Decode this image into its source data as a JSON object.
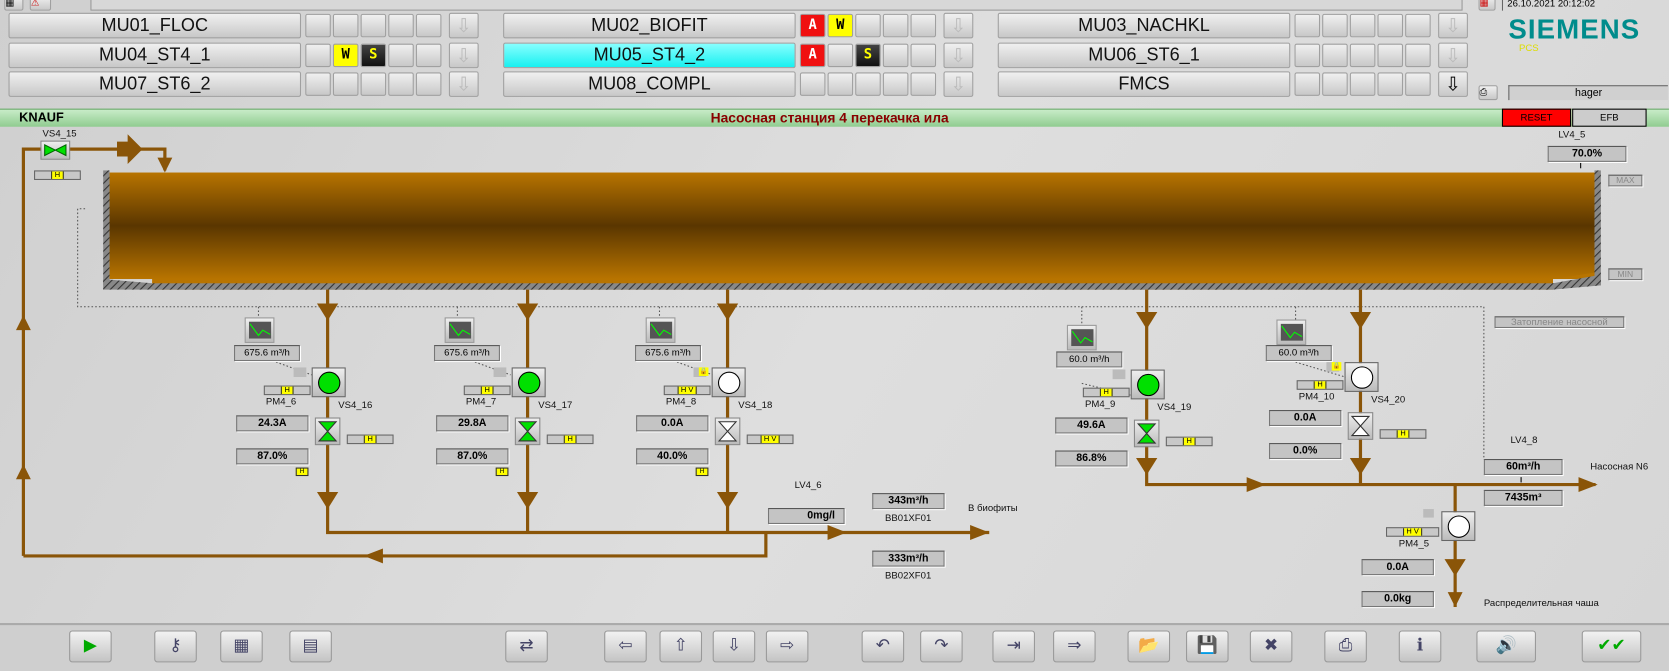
{
  "top": {
    "date_time": "26.10.2021 20:12:02",
    "brand": "SIEMENS",
    "brand_sub": "PCS",
    "user": "hager"
  },
  "units": [
    {
      "label": "MU01_FLOC",
      "ind": [
        "",
        "",
        "",
        "",
        ""
      ],
      "active": false
    },
    {
      "label": "MU02_BIOFIT",
      "ind": [
        "A",
        "W",
        "",
        "",
        ""
      ],
      "active": false
    },
    {
      "label": "MU03_NACHKL",
      "ind": [
        "",
        "",
        "",
        "",
        ""
      ],
      "active": false
    },
    {
      "label": "MU04_ST4_1",
      "ind": [
        "",
        "W",
        "S",
        "",
        ""
      ],
      "active": false
    },
    {
      "label": "MU05_ST4_2",
      "ind": [
        "A",
        "",
        "S",
        "",
        ""
      ],
      "active": true
    },
    {
      "label": "MU06_ST6_1",
      "ind": [
        "",
        "",
        "",
        "",
        ""
      ],
      "active": false
    },
    {
      "label": "MU07_ST6_2",
      "ind": [
        "",
        "",
        "",
        "",
        ""
      ],
      "active": false
    },
    {
      "label": "MU08_COMPL",
      "ind": [
        "",
        "",
        "",
        "",
        ""
      ],
      "active": false
    },
    {
      "label": "FMCS",
      "ind": [
        "",
        "",
        "",
        "",
        ""
      ],
      "active": false
    }
  ],
  "titlebar": {
    "plant": "KNAUF",
    "title": "Насосная станция 4 перекачка ила",
    "reset": "RESET",
    "efb": "EFB"
  },
  "tank": {
    "level_tag": "LV4_5",
    "level": "70.0%",
    "level_pct": 70,
    "max": "MAX",
    "min": "MIN",
    "flood": "Затопление насосной"
  },
  "inlet_valve": {
    "tag": "VS4_15",
    "bar": "H"
  },
  "pumps": [
    {
      "pm": "PM4_6",
      "vs": "VS4_16",
      "flow": "675.6 m³/h",
      "current": "24.3A",
      "opening": "87.0%",
      "running": true,
      "pm_bar": "H",
      "vs_bar": "H",
      "small": "H",
      "lock": false
    },
    {
      "pm": "PM4_7",
      "vs": "VS4_17",
      "flow": "675.6 m³/h",
      "current": "29.8A",
      "opening": "87.0%",
      "running": true,
      "pm_bar": "H",
      "vs_bar": "H",
      "small": "H",
      "lock": false
    },
    {
      "pm": "PM4_8",
      "vs": "VS4_18",
      "flow": "675.6 m³/h",
      "current": "0.0A",
      "opening": "40.0%",
      "running": false,
      "pm_bar": "H V",
      "vs_bar": "H V",
      "small": "H",
      "lock": true
    },
    {
      "pm": "PM4_9",
      "vs": "VS4_19",
      "flow": "60.0 m³/h",
      "current": "49.6A",
      "opening": "86.8%",
      "running": true,
      "pm_bar": "H",
      "vs_bar": "H",
      "small": "",
      "lock": false
    },
    {
      "pm": "PM4_10",
      "vs": "VS4_20",
      "flow": "60.0 m³/h",
      "current": "0.0A",
      "opening": "0.0%",
      "running": false,
      "pm_bar": "H",
      "vs_bar": "H",
      "small": "",
      "lock": true
    }
  ],
  "outlet": {
    "lv_tag": "LV4_6",
    "conc": "0mg/l",
    "flow1": "343m³/h",
    "flow1_tag": "BB01XF01",
    "dest1": "В биофиты",
    "flow2": "333m³/h",
    "flow2_tag": "BB02XF01"
  },
  "right": {
    "lv_tag": "LV4_8",
    "flow": "60m³/h",
    "volume": "7435m³",
    "dest": "Насосная N6",
    "pm": "PM4_5",
    "pm_bar": "H V",
    "current": "0.0A",
    "mass": "0.0kg",
    "dest2": "Распределительная чаша"
  },
  "toolbar": [
    {
      "icon": "play-icon",
      "g": "▶"
    },
    {
      "icon": "keys-icon",
      "g": "⚷"
    },
    {
      "icon": "overview-icon",
      "g": "▦"
    },
    {
      "icon": "report-icon",
      "g": "▤"
    },
    {
      "icon": "area-icon",
      "g": "⇄"
    },
    {
      "icon": "left-icon",
      "g": "⇦"
    },
    {
      "icon": "up-icon",
      "g": "⇧"
    },
    {
      "icon": "down-icon",
      "g": "⇩"
    },
    {
      "icon": "right-icon",
      "g": "⇨"
    },
    {
      "icon": "back-icon",
      "g": "↶"
    },
    {
      "icon": "forward-icon",
      "g": "↷"
    },
    {
      "icon": "load-icon",
      "g": "⇥"
    },
    {
      "icon": "store-icon",
      "g": "⇒"
    },
    {
      "icon": "open-folder-icon",
      "g": "📂"
    },
    {
      "icon": "save-icon",
      "g": "💾"
    },
    {
      "icon": "delete-icon",
      "g": "✖"
    },
    {
      "icon": "print-icon",
      "g": "⎙"
    },
    {
      "icon": "info-icon",
      "g": "ℹ"
    },
    {
      "icon": "horn-acknowledge-icon",
      "g": "🔊"
    },
    {
      "icon": "acknowledge-icon",
      "g": "✔✔"
    }
  ],
  "colors": {
    "pipe": "#8a5508",
    "running": "#00e000",
    "alarm": "#ff1010",
    "warning": "#ffff00",
    "active": "#18f0f0",
    "titlebar": "#a0d8a0"
  }
}
